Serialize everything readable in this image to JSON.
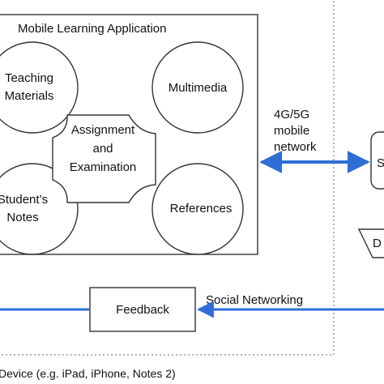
{
  "app_box": {
    "title": "Mobile Learning Application"
  },
  "modules": {
    "teaching_materials": [
      "Teaching",
      "Materials"
    ],
    "multimedia": "Multimedia",
    "assignment": [
      "Assignment",
      "and",
      "Examination"
    ],
    "students_notes": [
      "Student’s",
      "Notes"
    ],
    "references": "References"
  },
  "network": {
    "lines": [
      "4G/5G",
      "mobile",
      "network"
    ]
  },
  "right_cut": {
    "upper": "S",
    "lower": "D"
  },
  "feedback": {
    "label": "Feedback"
  },
  "social": {
    "label": "Social Networking"
  },
  "device": {
    "caption": "Device (e.g. iPad, iPhone, Notes 2)"
  },
  "colors": {
    "arrow_blue": "#2e6fd6",
    "dotted_border": "#8aa0b8",
    "stroke": "#333333"
  }
}
